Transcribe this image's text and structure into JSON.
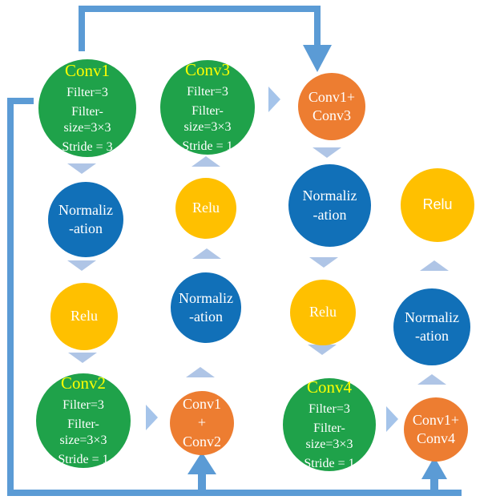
{
  "diagram": {
    "nodes": {
      "conv1": {
        "kind": "convolution",
        "title": "Conv1",
        "lines": [
          "Filter=3",
          "Filter-",
          "size=3×3",
          "Stride = 3"
        ]
      },
      "conv3": {
        "kind": "convolution",
        "title": "Conv3",
        "lines": [
          "Filter=3",
          "Filter-",
          "size=3×3",
          "Stride = 1"
        ]
      },
      "conv1_conv3": {
        "kind": "merge",
        "lines": [
          "Conv1+",
          "Conv3"
        ]
      },
      "norm1": {
        "kind": "normalization",
        "lines": [
          "Normaliz",
          "-ation"
        ]
      },
      "relu2": {
        "kind": "relu",
        "lines": [
          "Relu"
        ]
      },
      "norm3": {
        "kind": "normalization",
        "lines": [
          "Normaliz",
          "-ation"
        ]
      },
      "relu4": {
        "kind": "relu",
        "lines": [
          "Relu"
        ]
      },
      "relu1": {
        "kind": "relu",
        "lines": [
          "Relu"
        ]
      },
      "norm2": {
        "kind": "normalization",
        "lines": [
          "Normaliz",
          "-ation"
        ]
      },
      "relu3": {
        "kind": "relu",
        "lines": [
          "Relu"
        ]
      },
      "norm4": {
        "kind": "normalization",
        "lines": [
          "Normaliz",
          "-ation"
        ]
      },
      "conv2": {
        "kind": "convolution",
        "title": "Conv2",
        "lines": [
          "Filter=3",
          "Filter-",
          "size=3×3",
          "Stride = 1"
        ]
      },
      "conv1_conv2": {
        "kind": "merge",
        "lines": [
          "Conv1",
          "+",
          "Conv2"
        ]
      },
      "conv4": {
        "kind": "convolution",
        "title": "Conv4",
        "lines": [
          "Filter=3",
          "Filter-",
          "size=3×3",
          "Stride = 1"
        ]
      },
      "conv1_conv4": {
        "kind": "merge",
        "lines": [
          "Conv1+",
          "Conv4"
        ]
      }
    },
    "edges": [
      {
        "from": "Conv1",
        "to": "Normalization"
      },
      {
        "from": "Normalization",
        "to": "Relu"
      },
      {
        "from": "Relu",
        "to": "Conv2"
      },
      {
        "from": "Conv2",
        "to": "Conv1+Conv2"
      },
      {
        "from": "Conv1",
        "to": "Conv1+Conv2",
        "via": "skip connection bottom line"
      },
      {
        "from": "Conv1+Conv2",
        "to": "Normalization"
      },
      {
        "from": "Normalization",
        "to": "Relu"
      },
      {
        "from": "Relu",
        "to": "Conv3"
      },
      {
        "from": "Conv3",
        "to": "Conv1+Conv3"
      },
      {
        "from": "Conv1",
        "to": "Conv1+Conv3",
        "via": "skip connection top arrow"
      },
      {
        "from": "Conv1+Conv3",
        "to": "Normalization"
      },
      {
        "from": "Normalization",
        "to": "Relu"
      },
      {
        "from": "Relu",
        "to": "Conv4"
      },
      {
        "from": "Conv4",
        "to": "Conv1+Conv4"
      },
      {
        "from": "Conv1",
        "to": "Conv1+Conv4",
        "via": "skip connection bottom line"
      },
      {
        "from": "Conv1+Conv4",
        "to": "Normalization"
      },
      {
        "from": "Normalization",
        "to": "Relu"
      }
    ],
    "colors": {
      "conv_node": "#1FA24A",
      "normalization_node": "#1170B8",
      "relu_node": "#FFC000",
      "merge_node": "#ED7D31",
      "connector": "#5B9BD5",
      "flow_triangle": "#AFC5E6",
      "conv_title_text": "#FFFF00",
      "node_text": "#FFFFFF"
    }
  }
}
